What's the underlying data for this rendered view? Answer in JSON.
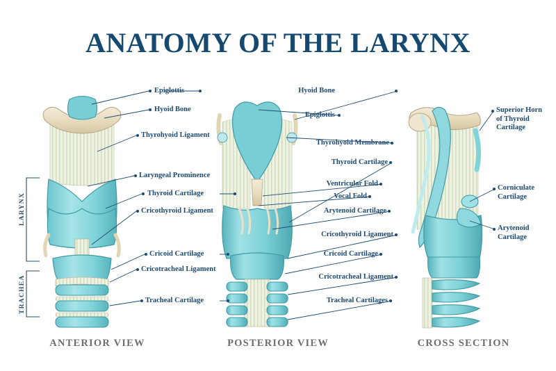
{
  "header": {
    "title": "ANATOMY OF THE LARYNX"
  },
  "palette": {
    "title_color": "#15496f",
    "label_color": "#1d4a71",
    "caption_color": "#6e6e6e",
    "cartilage_teal": "#8ed9dd",
    "cartilage_teal_dark": "#5bbcc4",
    "cartilage_teal_deep": "#3aa3ae",
    "bone_cream": "#e7dcc0",
    "bone_cream_light": "#f2ead6",
    "membrane_pale": "#eef0dd",
    "outline": "#2e7f8c",
    "background": "#ffffff"
  },
  "brackets": [
    {
      "name": "larynx",
      "label": "LARYNX"
    },
    {
      "name": "trachea",
      "label": "TRACHEA"
    }
  ],
  "views": [
    {
      "id": "anterior",
      "caption": "ANTERIOR VIEW",
      "labels": [
        {
          "text": "Epiglottis",
          "side": "right"
        },
        {
          "text": "Hyoid Bone",
          "side": "right"
        },
        {
          "text": "Thyrohyoid Ligament",
          "side": "right"
        },
        {
          "text": "Laryngeal Prominence",
          "side": "right"
        },
        {
          "text": "Thyroid Cartilage",
          "side": "right"
        },
        {
          "text": "Cricothyroid Ligament",
          "side": "right"
        },
        {
          "text": "Cricoid Cartilage",
          "side": "right"
        },
        {
          "text": "Cricotracheal Ligament",
          "side": "right"
        },
        {
          "text": "Tracheal Cartilage",
          "side": "right"
        }
      ]
    },
    {
      "id": "posterior",
      "caption": "POSTERIOR VIEW",
      "labels": [
        {
          "text": "Hyoid Bone",
          "side": "right"
        },
        {
          "text": "Epiglottis",
          "side": "right"
        },
        {
          "text": "Thyrohyoid Membrane",
          "side": "right"
        },
        {
          "text": "Thyroid Cartilage",
          "side": "right"
        },
        {
          "text": "Ventricular Fold",
          "side": "right"
        },
        {
          "text": "Vocal Fold",
          "side": "right"
        },
        {
          "text": "Arytenoid Cartilage",
          "side": "right"
        },
        {
          "text": "Cricothyroid Ligament",
          "side": "right"
        },
        {
          "text": "Cricoid Cartilage",
          "side": "right"
        },
        {
          "text": "Cricotracheal Ligament",
          "side": "right"
        },
        {
          "text": "Tracheal Cartilages",
          "side": "right"
        }
      ]
    },
    {
      "id": "cross-section",
      "caption": "CROSS SECTION",
      "labels": [
        {
          "text": "Superior Horn\nof Thyroid\nCartilage",
          "side": "right"
        },
        {
          "text": "Corniculate\nCartilage",
          "side": "right"
        },
        {
          "text": "Arytenoid\nCartilage",
          "side": "right"
        }
      ]
    }
  ]
}
